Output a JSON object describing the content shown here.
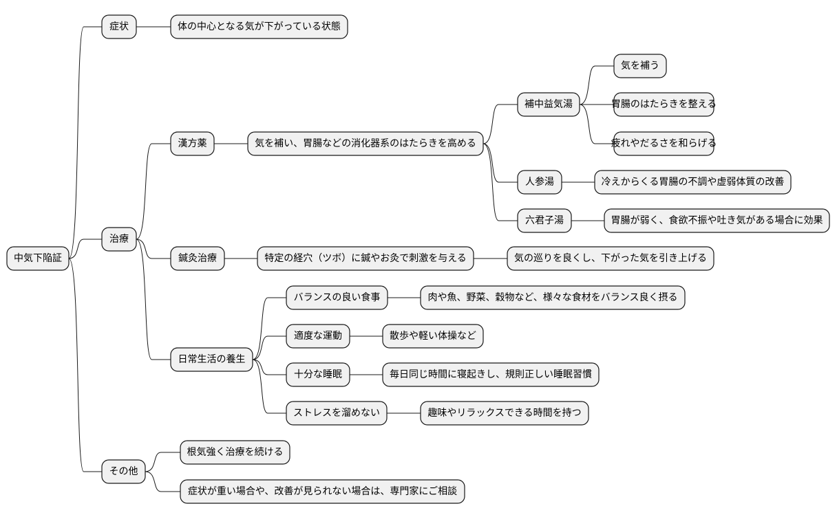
{
  "mindmap": {
    "root": {
      "text": "中気下陥証",
      "children": [
        {
          "text": "症状",
          "children": [
            {
              "text": "体の中心となる気が下がっている状態"
            }
          ]
        },
        {
          "text": "治療",
          "children": [
            {
              "text": "漢方薬",
              "children": [
                {
                  "text": "気を補い、胃腸などの消化器系のはたらきを高める",
                  "children": [
                    {
                      "text": "補中益気湯",
                      "children": [
                        {
                          "text": "気を補う"
                        },
                        {
                          "text": "胃腸のはたらきを整える"
                        },
                        {
                          "text": "疲れやだるさを和らげる"
                        }
                      ]
                    },
                    {
                      "text": "人参湯",
                      "children": [
                        {
                          "text": "冷えからくる胃腸の不調や虚弱体質の改善"
                        }
                      ]
                    },
                    {
                      "text": "六君子湯",
                      "children": [
                        {
                          "text": "胃腸が弱く、食欲不振や吐き気がある場合に効果"
                        }
                      ]
                    }
                  ]
                }
              ]
            },
            {
              "text": "鍼灸治療",
              "children": [
                {
                  "text": "特定の経穴（ツボ）に鍼やお灸で刺激を与える",
                  "children": [
                    {
                      "text": "気の巡りを良くし、下がった気を引き上げる"
                    }
                  ]
                }
              ]
            },
            {
              "text": "日常生活の養生",
              "children": [
                {
                  "text": "バランスの良い食事",
                  "children": [
                    {
                      "text": "肉や魚、野菜、穀物など、様々な食材をバランス良く摂る"
                    }
                  ]
                },
                {
                  "text": "適度な運動",
                  "children": [
                    {
                      "text": "散歩や軽い体操など"
                    }
                  ]
                },
                {
                  "text": "十分な睡眠",
                  "children": [
                    {
                      "text": "毎日同じ時間に寝起きし、規則正しい睡眠習慣"
                    }
                  ]
                },
                {
                  "text": "ストレスを溜めない",
                  "children": [
                    {
                      "text": "趣味やリラックスできる時間を持つ"
                    }
                  ]
                }
              ]
            }
          ]
        },
        {
          "text": "その他",
          "children": [
            {
              "text": "根気強く治療を続ける"
            },
            {
              "text": "症状が重い場合や、改善が見られない場合は、専門家にご相談"
            }
          ]
        }
      ]
    }
  }
}
